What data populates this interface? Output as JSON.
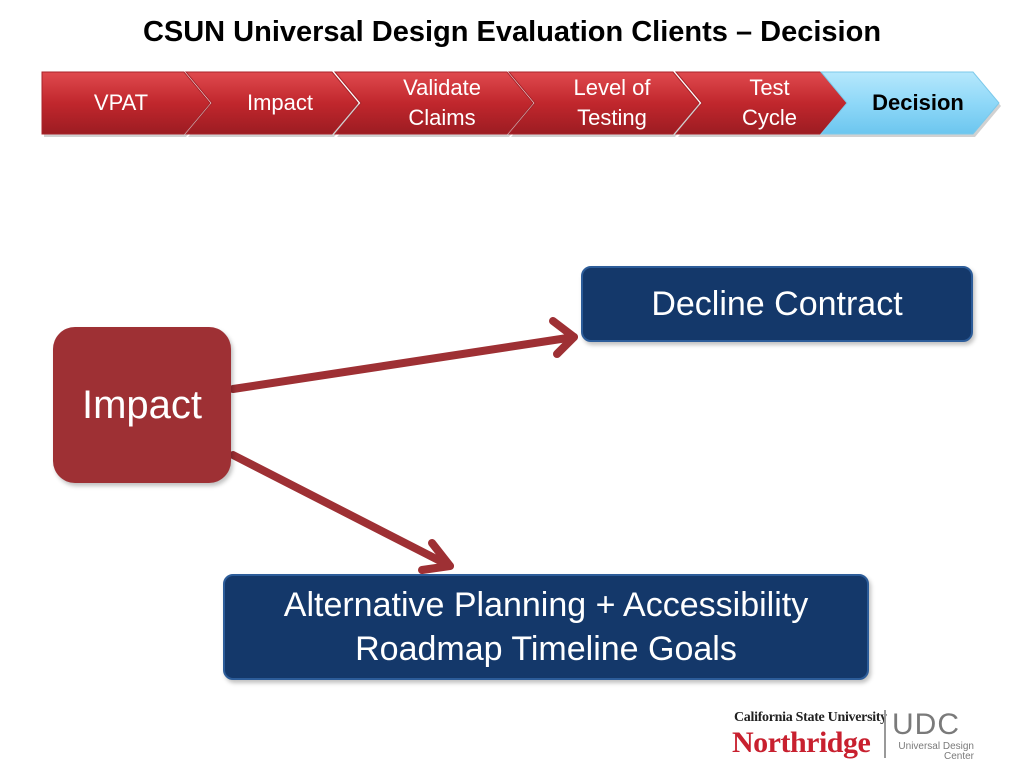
{
  "title": "CSUN Universal Design Evaluation Clients – Decision",
  "process_steps": [
    {
      "label": "VPAT",
      "state": "done"
    },
    {
      "label": "Impact",
      "state": "done"
    },
    {
      "label": "Validate\nClaims",
      "state": "done"
    },
    {
      "label": "Level of\nTesting",
      "state": "done"
    },
    {
      "label": "Test\nCycle",
      "state": "done"
    },
    {
      "label": "Decision",
      "state": "current"
    }
  ],
  "nodes": {
    "impact": "Impact",
    "decline": "Decline Contract",
    "alternative": "Alternative Planning + Accessibility\nRoadmap Timeline Goals"
  },
  "colors": {
    "step_done": "#c1272d",
    "step_current": "#8fd8f8",
    "impact_node": "#9e3034",
    "outcome_node": "#14386a",
    "connector": "#9e3034"
  },
  "logo": {
    "university_top": "California State University",
    "university_main": "Northridge",
    "center_abbr": "UDC",
    "center_name": "Universal Design\nCenter"
  }
}
